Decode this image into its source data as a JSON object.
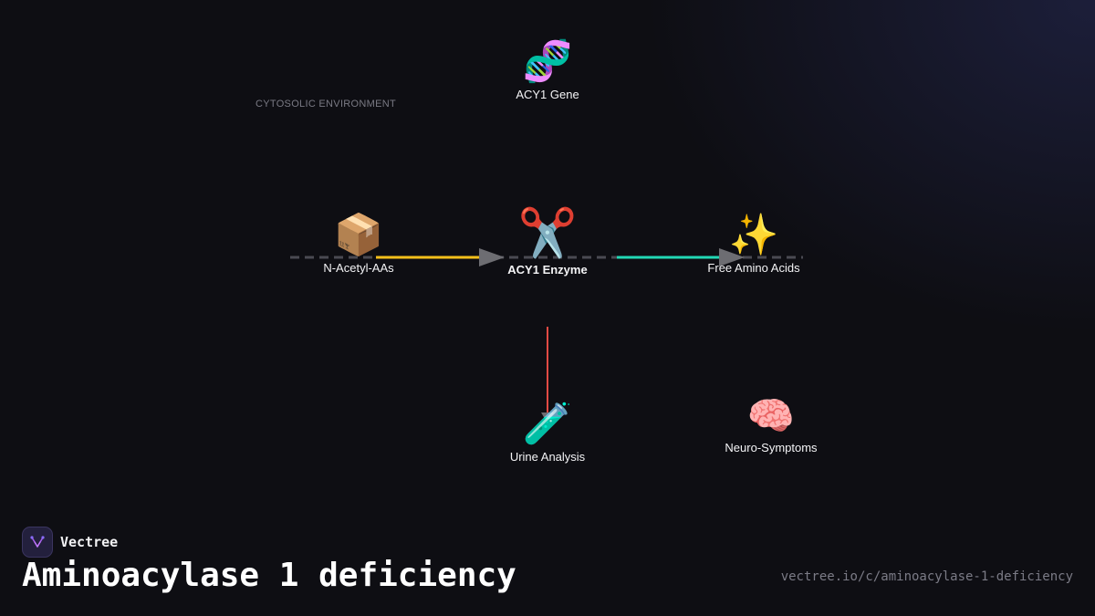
{
  "diagram": {
    "region_label": "CYTOSOLIC ENVIRONMENT",
    "nodes": {
      "gene": {
        "icon": "dna-icon",
        "glyph": "🧬",
        "label": "ACY1 Gene"
      },
      "substrate": {
        "icon": "package-icon",
        "glyph": "📦",
        "label": "N-Acetyl-AAs"
      },
      "enzyme": {
        "icon": "scissors-icon",
        "glyph": "✂️",
        "label": "ACY1 Enzyme"
      },
      "product": {
        "icon": "sparkles-icon",
        "glyph": "✨",
        "label": "Free Amino Acids"
      },
      "test": {
        "icon": "test-tube-icon",
        "glyph": "🧪",
        "label": "Urine Analysis"
      },
      "symptom": {
        "icon": "brain-icon",
        "glyph": "🧠",
        "label": "Neuro-Symptoms"
      }
    },
    "edges": [
      {
        "from": "N-Acetyl-AAs",
        "to": "ACY1 Enzyme",
        "color": "#f5c01b"
      },
      {
        "from": "ACY1 Enzyme",
        "to": "Free Amino Acids",
        "color": "#22d8b5"
      },
      {
        "from": "ACY1 Enzyme",
        "to": "Urine Analysis",
        "color": "#e24a44"
      }
    ],
    "colors": {
      "substrate_edge": "#f5c01b",
      "product_edge": "#22d8b5",
      "diagnostic_edge": "#e24a44",
      "dashed_axis": "#4a4a52",
      "arrowhead": "#6d6d72"
    }
  },
  "footer": {
    "brand": "Vectree",
    "logo_icon": "vectree-logo-icon",
    "title": "Aminoacylase 1 deficiency",
    "url": "vectree.io/c/aminoacylase-1-deficiency"
  }
}
